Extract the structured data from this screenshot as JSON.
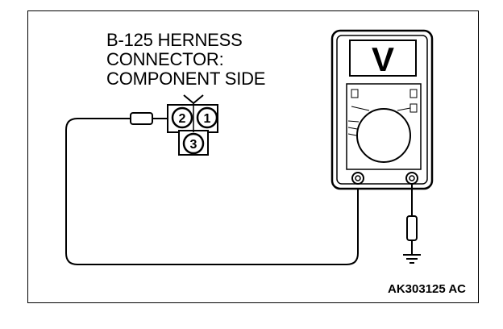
{
  "caption": {
    "line1": "B-125 HERNESS",
    "line2": "CONNECTOR:",
    "line3": "COMPONENT SIDE"
  },
  "connector": {
    "pins": [
      "1",
      "2",
      "3"
    ]
  },
  "meter": {
    "display": "V"
  },
  "figure_code": "AK303125 AC"
}
